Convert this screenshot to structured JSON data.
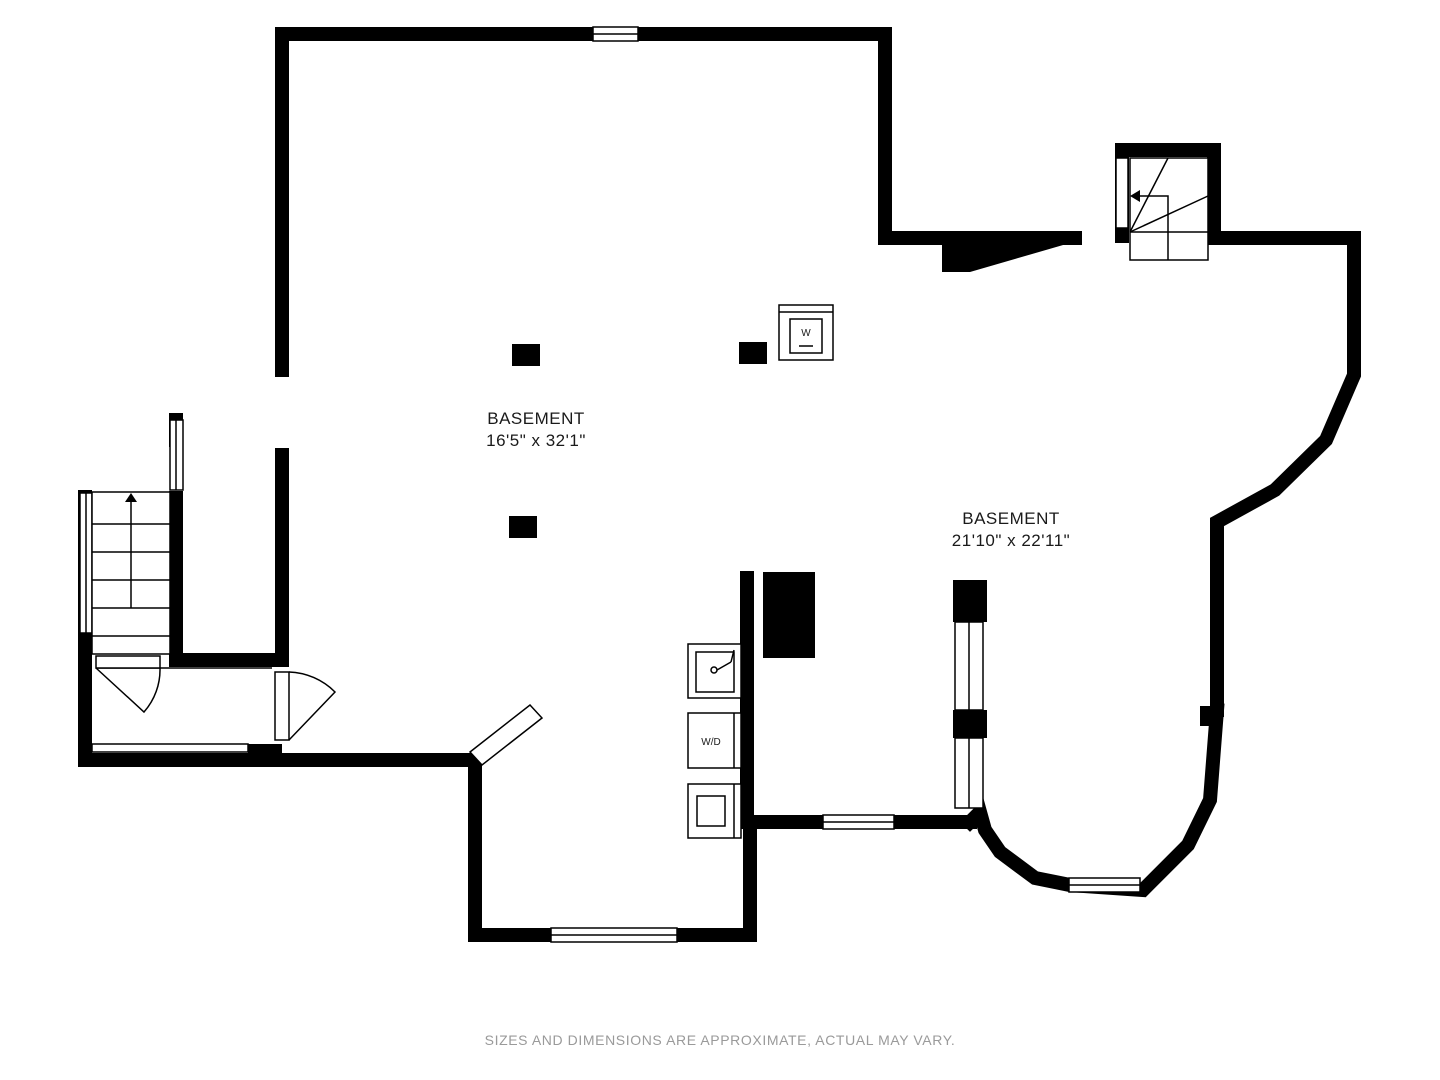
{
  "rooms": [
    {
      "name": "BASEMENT",
      "dimensions": "16'5\" x 32'1\""
    },
    {
      "name": "BASEMENT",
      "dimensions": "21'10\" x 22'11\""
    }
  ],
  "fixtures": {
    "water_heater_label": "W",
    "washer_dryer_label": "W/D"
  },
  "footer": {
    "disclaimer": "SIZES AND DIMENSIONS ARE APPROXIMATE, ACTUAL MAY VARY."
  }
}
